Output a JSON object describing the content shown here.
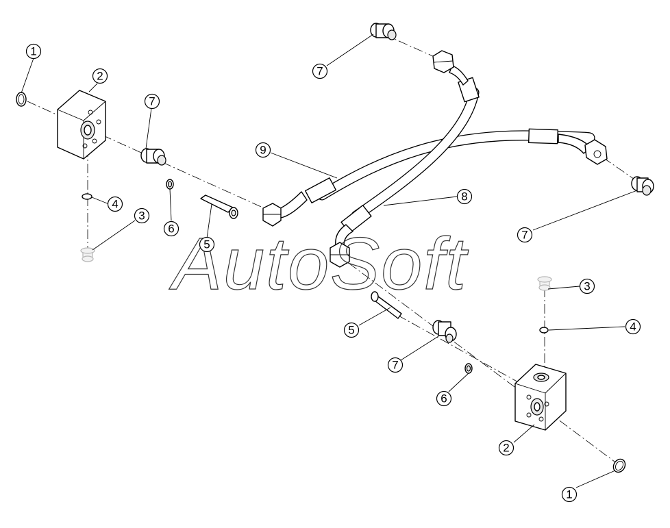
{
  "watermark": {
    "text": "AutoSoft"
  },
  "callouts": [
    {
      "id": "c1a",
      "label": "1"
    },
    {
      "id": "c2a",
      "label": "2"
    },
    {
      "id": "c7a",
      "label": "7"
    },
    {
      "id": "c4a",
      "label": "4"
    },
    {
      "id": "c3a",
      "label": "3"
    },
    {
      "id": "c6a",
      "label": "6"
    },
    {
      "id": "c5a",
      "label": "5"
    },
    {
      "id": "c7b",
      "label": "7"
    },
    {
      "id": "c9",
      "label": "9"
    },
    {
      "id": "c8",
      "label": "8"
    },
    {
      "id": "c7c",
      "label": "7"
    },
    {
      "id": "c3b",
      "label": "3"
    },
    {
      "id": "c4b",
      "label": "4"
    },
    {
      "id": "c5b",
      "label": "5"
    },
    {
      "id": "c7d",
      "label": "7"
    },
    {
      "id": "c6b",
      "label": "6"
    },
    {
      "id": "c2b",
      "label": "2"
    },
    {
      "id": "c1b",
      "label": "1"
    }
  ]
}
